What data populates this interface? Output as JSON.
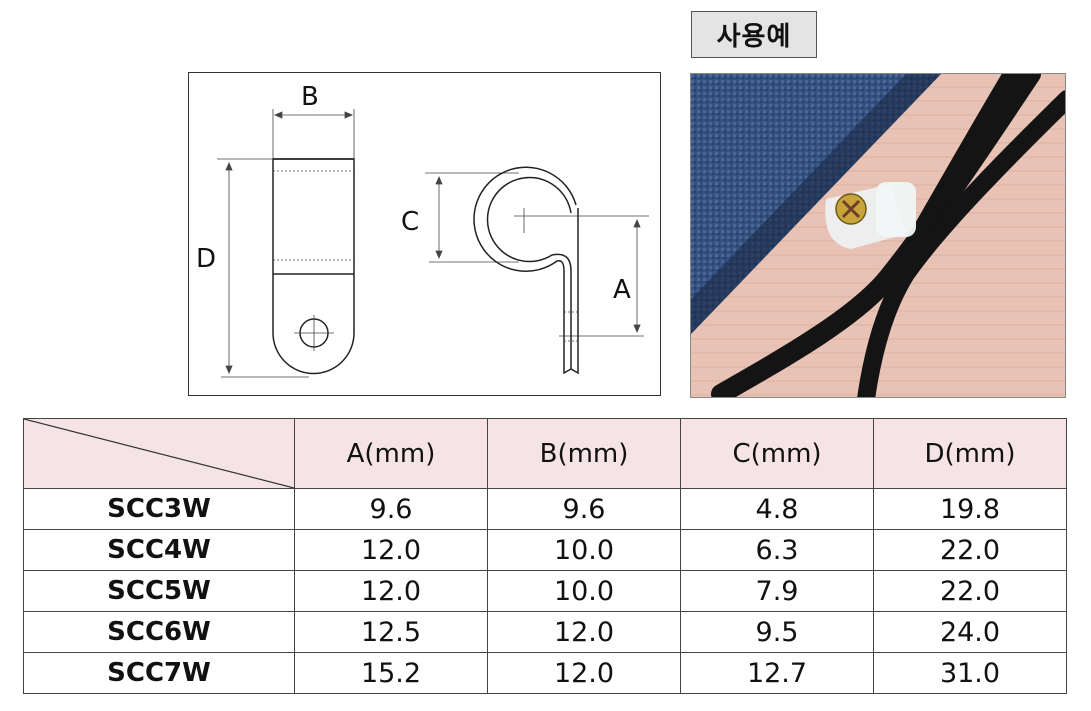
{
  "drawing": {
    "labels": {
      "A": "A",
      "B": "B",
      "C": "C",
      "D": "D"
    }
  },
  "usage": {
    "label": "사용예"
  },
  "table": {
    "headers": [
      "A(mm)",
      "B(mm)",
      "C(mm)",
      "D(mm)"
    ],
    "rows": [
      {
        "model": "SCC3W",
        "A": "9.6",
        "B": "9.6",
        "C": "4.8",
        "D": "19.8"
      },
      {
        "model": "SCC4W",
        "A": "12.0",
        "B": "10.0",
        "C": "6.3",
        "D": "22.0"
      },
      {
        "model": "SCC5W",
        "A": "12.0",
        "B": "10.0",
        "C": "7.9",
        "D": "22.0"
      },
      {
        "model": "SCC6W",
        "A": "12.5",
        "B": "12.0",
        "C": "9.5",
        "D": "24.0"
      },
      {
        "model": "SCC7W",
        "A": "15.2",
        "B": "12.0",
        "C": "12.7",
        "D": "31.0"
      }
    ]
  },
  "colors": {
    "header_bg": "#f5e3e6",
    "label_bg": "#e4e4e4"
  }
}
